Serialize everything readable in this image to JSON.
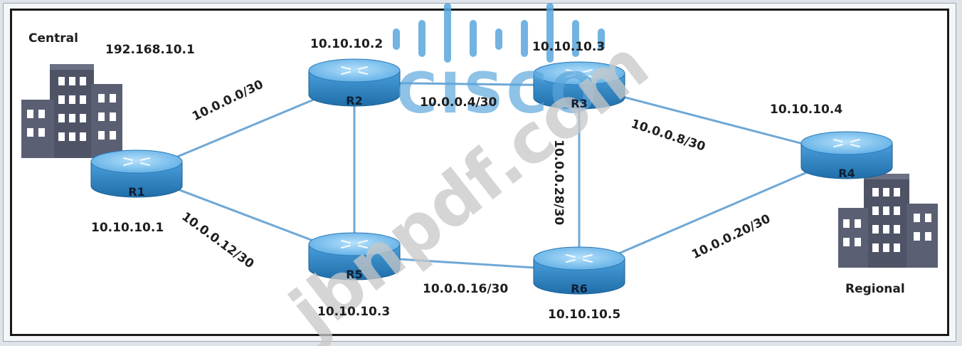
{
  "sites": {
    "central": {
      "name": "Central",
      "address": "192.168.10.1"
    },
    "regional": {
      "name": "Regional"
    }
  },
  "routers": [
    {
      "id": "r1",
      "label": "R1",
      "ip": "10.10.10.1"
    },
    {
      "id": "r2",
      "label": "R2",
      "ip": "10.10.10.2"
    },
    {
      "id": "r3",
      "label": "R3",
      "ip": "10.10.10.3"
    },
    {
      "id": "r4",
      "label": "R4",
      "ip": "10.10.10.4"
    },
    {
      "id": "r5",
      "label": "R5",
      "ip": "10.10.10.3"
    },
    {
      "id": "r6",
      "label": "R6",
      "ip": "10.10.10.5"
    }
  ],
  "links": [
    {
      "from": "r1",
      "to": "r2",
      "subnet": "10.0.0.0/30"
    },
    {
      "from": "r2",
      "to": "r3",
      "subnet": "10.0.0.4/30"
    },
    {
      "from": "r3",
      "to": "r4",
      "subnet": "10.0.0.8/30"
    },
    {
      "from": "r1",
      "to": "r5",
      "subnet": "10.0.0.12/30"
    },
    {
      "from": "r5",
      "to": "r6",
      "subnet": "10.0.0.16/30"
    },
    {
      "from": "r6",
      "to": "r4",
      "subnet": "10.0.0.20/30"
    },
    {
      "from": "r3",
      "to": "r6",
      "subnet": "10.0.0.28/30"
    },
    {
      "from": "r2",
      "to": "r5",
      "subnet": ""
    }
  ],
  "watermarks": {
    "logo_text": "CISCO",
    "site_text": "jbnpdf.com"
  },
  "colors": {
    "link": "#6fa8d6",
    "router_top": "#7fc2ec",
    "router_body": "#2f86c8",
    "building": "#4f5366",
    "window": "#ffffff",
    "watermark": "#c8c8c8",
    "logo": "#5aa6dc"
  }
}
